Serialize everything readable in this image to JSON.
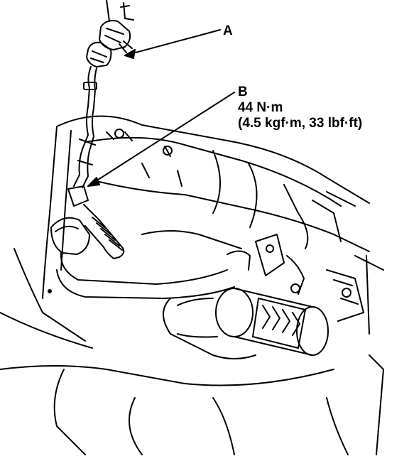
{
  "callouts": {
    "a": {
      "letter": "A"
    },
    "b": {
      "letter": "B",
      "torque_nm": "44 N·m",
      "torque_alt": "(4.5 kgf·m, 33 lbf·ft)"
    }
  },
  "colors": {
    "ink": "#000000",
    "paper": "#ffffff"
  }
}
